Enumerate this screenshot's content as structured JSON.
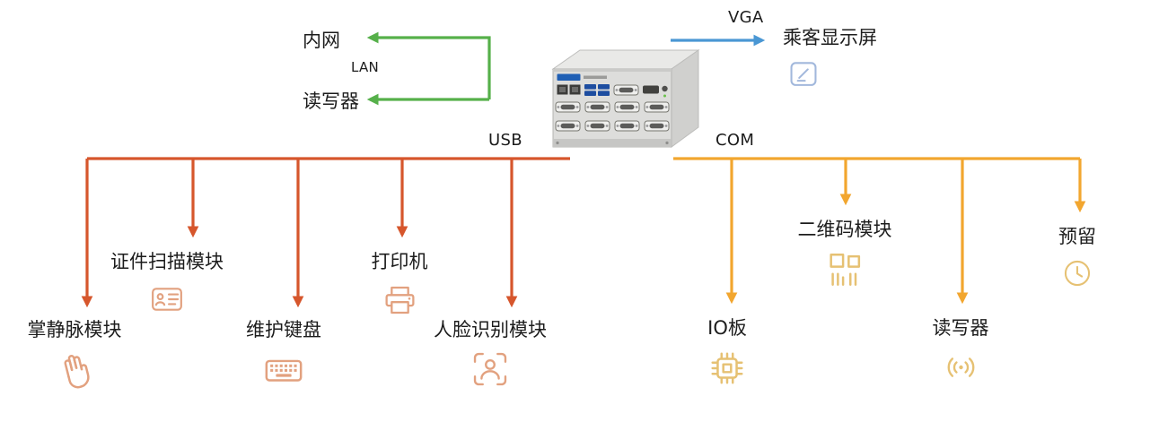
{
  "colors": {
    "lan": "#56b04a",
    "vga": "#4a97d4",
    "usb": "#d6562c",
    "com": "#f2a62f",
    "usb_icon": "#e2a17f",
    "com_icon": "#e6c173",
    "vga_icon": "#a2b8dc",
    "text": "#1c1c1c"
  },
  "buses": {
    "lan": {
      "label": "LAN"
    },
    "vga": {
      "label": "VGA"
    },
    "usb": {
      "label": "USB"
    },
    "com": {
      "label": "COM"
    }
  },
  "nodes": {
    "intranet": {
      "label": "内网"
    },
    "lan_reader": {
      "label": "读写器"
    },
    "passenger_display": {
      "label": "乘客显示屏",
      "icon": "display-icon"
    },
    "palm_vein": {
      "label": "掌静脉模块",
      "icon": "palm-icon"
    },
    "id_scanner": {
      "label": "证件扫描模块",
      "icon": "id-card-icon"
    },
    "maintenance_keyboard": {
      "label": "维护键盘",
      "icon": "keyboard-icon"
    },
    "printer": {
      "label": "打印机",
      "icon": "printer-icon"
    },
    "face_recognition": {
      "label": "人脸识别模块",
      "icon": "face-scan-icon"
    },
    "io_board": {
      "label": "IO板",
      "icon": "chip-icon"
    },
    "qr_module": {
      "label": "二维码模块",
      "icon": "qr-code-icon"
    },
    "com_reader": {
      "label": "读写器",
      "icon": "rfid-signal-icon"
    },
    "reserved": {
      "label": "预留",
      "icon": "clock-icon"
    }
  }
}
